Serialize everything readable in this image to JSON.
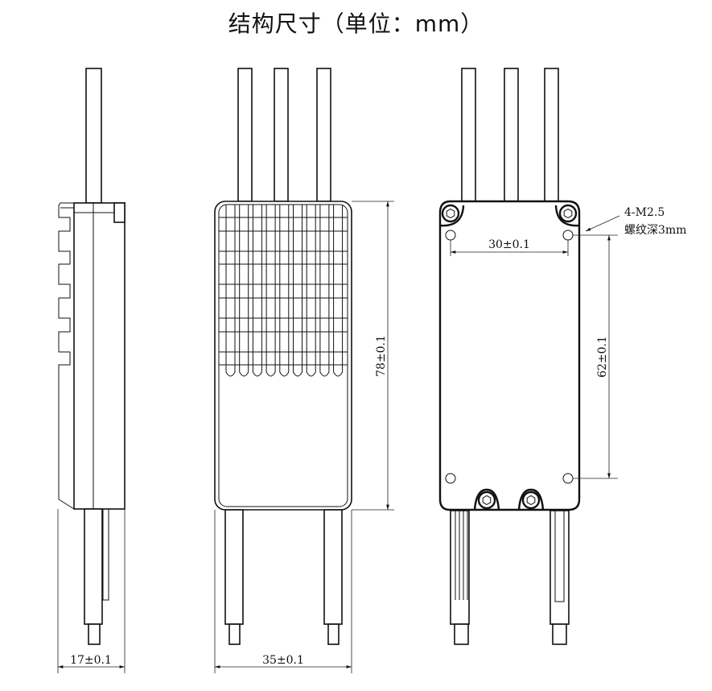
{
  "title": "结构尺寸（单位：mm）",
  "views": {
    "side": {
      "width_dim": "17±0.1"
    },
    "top": {
      "width_dim": "35±0.1",
      "length_dim": "78±0.1"
    },
    "bottom": {
      "hole_spacing_x": "30±0.1",
      "hole_spacing_y": "62±0.1",
      "thread_spec": "4-M2.5",
      "thread_depth": "螺纹深3mm"
    }
  }
}
